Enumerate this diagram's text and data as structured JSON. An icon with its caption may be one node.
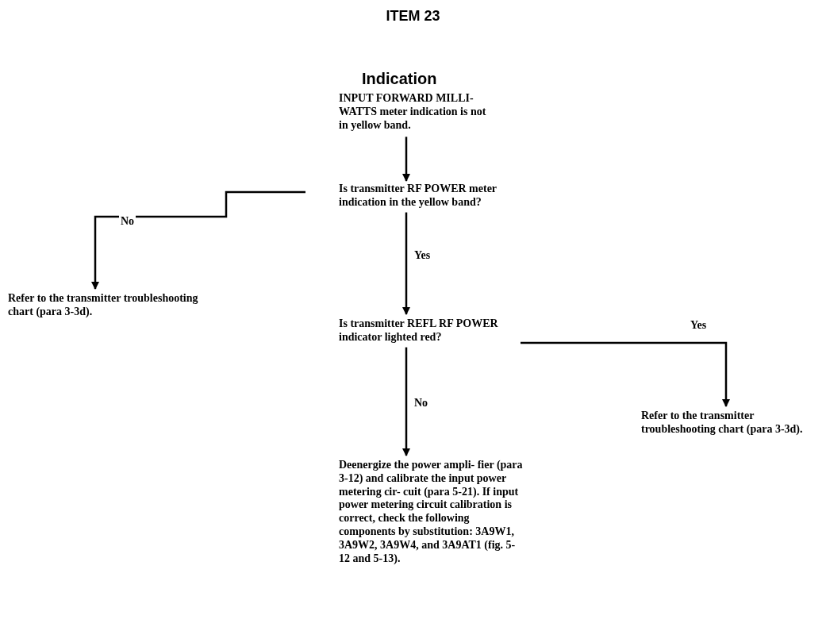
{
  "diagram": {
    "title": "ITEM 23",
    "nodes": [
      {
        "text": [
          "INPUT FORWARD MILLI- WATTS meter indication is not in yellow band."
        ]
      },
      {
        "text": [
          "Is transmitter RF POWER meter indication in the yellow band?"
        ]
      },
      {
        "text": [
          "Refer to the transmitter troubleshooting chart (para 3-3d)."
        ]
      },
      {
        "text": [
          "Is transmitter REFL RF POWER indicator lighted red?"
        ]
      },
      {
        "text": [
          "Refer to the transmitter troubleshooting chart (para 3-3d)."
        ]
      },
      {
        "text": [
          "Deenergize the power ampli- fier (para 3-12) and calibrate the input power metering cir- cuit (para 5-21). If input power metering circuit calibration is correct, check the following components by substitution: 3A9W1, 3A9W2, 3A9W4, and 3A9AT1 (fig. 5-12 and 5-13)."
        ]
      }
    ],
    "edges": [
      {
        "from": 0,
        "to": 1,
        "arrow": "to"
      },
      {
        "from": 1,
        "to": 2,
        "arrow": "to",
        "label": "No"
      },
      {
        "from": 1,
        "to": 3,
        "arrow": "to",
        "label": "Yes"
      },
      {
        "from": 3,
        "to": 4,
        "arrow": "to",
        "label": "Yes"
      },
      {
        "from": 3,
        "to": 5,
        "arrow": "to",
        "label": "No"
      }
    ],
    "labels": [
      "Indication"
    ]
  }
}
